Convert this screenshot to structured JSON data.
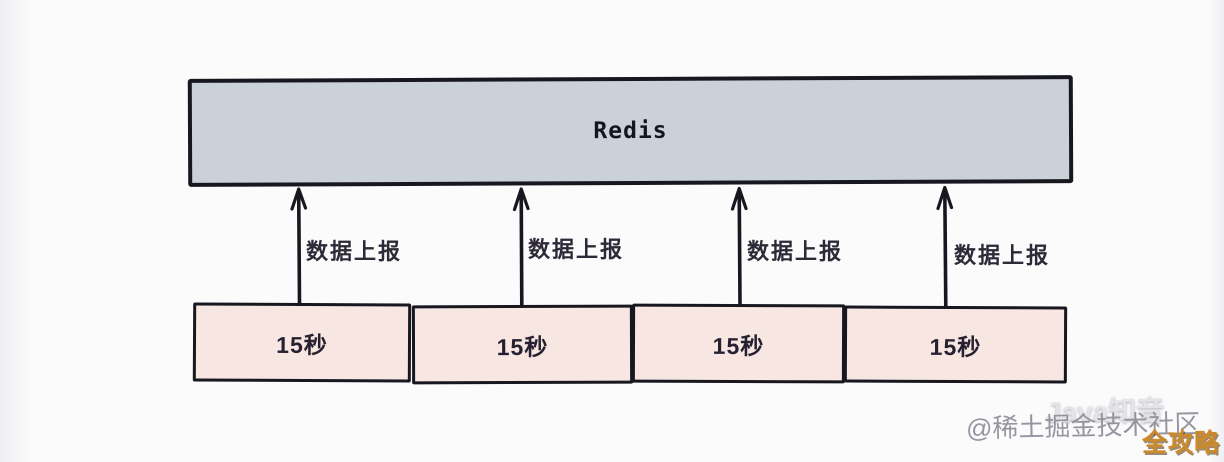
{
  "colors": {
    "background": "#fbfbfc",
    "stroke": "#17171f",
    "redis_fill": "#cbd1d9",
    "interval_fill": "#f8e6e3",
    "label_text": "#2e2937",
    "watermark_light": "#e4e4e8",
    "watermark_gray": "#8f8b96",
    "badge_orange": "#cd8a2b"
  },
  "diagram": {
    "redis_label": "Redis",
    "reports": [
      {
        "label": "数据上报"
      },
      {
        "label": "数据上报"
      },
      {
        "label": "数据上报"
      },
      {
        "label": "数据上报"
      }
    ],
    "intervals": [
      {
        "label": "15秒"
      },
      {
        "label": "15秒"
      },
      {
        "label": "15秒"
      },
      {
        "label": "15秒"
      }
    ]
  },
  "watermarks": {
    "brand": "Java知音",
    "community": "@稀土掘金技术社区",
    "badge": "全攻略"
  }
}
